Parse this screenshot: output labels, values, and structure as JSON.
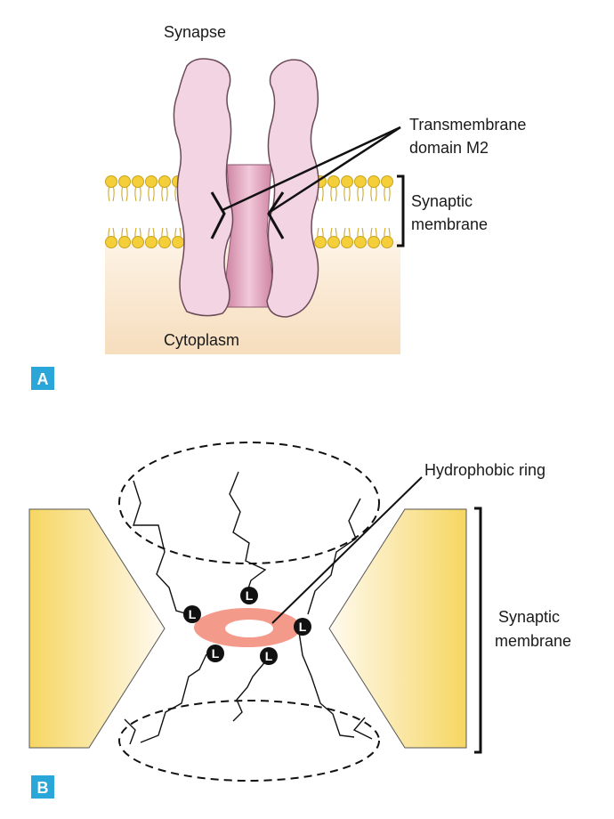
{
  "panel_a": {
    "badge": "A",
    "label_top": "Synapse",
    "label_bottom": "Cytoplasm",
    "callout_line1": "Transmembrane",
    "callout_line2": "domain M2",
    "membrane_line1": "Synaptic",
    "membrane_line2": "membrane"
  },
  "panel_b": {
    "badge": "B",
    "ring_label": "Hydrophobic ring",
    "membrane_line1": "Synaptic",
    "membrane_line2": "membrane",
    "residue_letter": "L"
  },
  "colors": {
    "badge": "#2aa6d8",
    "protein_fill": "#f2d4e2",
    "protein_stroke": "#6b4a58",
    "pore_fill": "#d99ab4",
    "lipid_head": "#f4cf3a",
    "cytoplasm": "#f8e2c4",
    "ring": "#f49a8a",
    "membrane_block": "#f5d560"
  }
}
